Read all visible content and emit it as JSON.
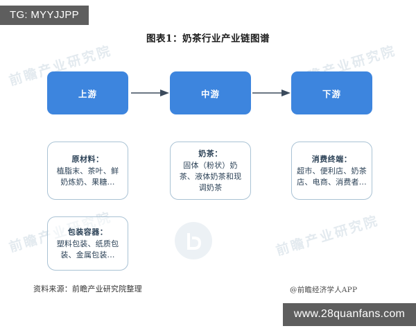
{
  "overlay": {
    "tg_badge": "TG: MYYJJPP",
    "site_badge": "www.28quanfans.com"
  },
  "chart": {
    "title": "图表1：奶茶行业产业链图谱",
    "source_note": "资料来源：前瞻产业研究院整理",
    "app_credit": "@前瞻经济学人APP",
    "colors": {
      "stage_fill": "#3d85de",
      "stage_text": "#ffffff",
      "detail_border": "#a9c2d4",
      "detail_text": "#2c4257",
      "arrow": "#3a4a5c",
      "badge_background": "#5e5e5e",
      "watermark": "#c9d6e0"
    }
  },
  "chart_data": {
    "type": "diagram",
    "title": "图表1：奶茶行业产业链图谱",
    "layout": "horizontal industry value chain, three stages left to right with detail cards beneath each stage",
    "stages": [
      {
        "id": "upstream",
        "label": "上游",
        "details": [
          {
            "id": "raw-materials",
            "heading": "原材料：",
            "body": "植脂末、茶叶、鲜奶炼奶、果糖..."
          },
          {
            "id": "packaging",
            "heading": "包装容器：",
            "body": "塑料包装、纸质包装、金属包装..."
          }
        ]
      },
      {
        "id": "midstream",
        "label": "中游",
        "details": [
          {
            "id": "milk-tea",
            "heading": "奶茶：",
            "body": "固体（粉状）奶茶、液体奶茶和现调奶茶"
          }
        ]
      },
      {
        "id": "downstream",
        "label": "下游",
        "details": [
          {
            "id": "consumer-end",
            "heading": "消费终端：",
            "body": "超市、便利店、奶茶店、电商、消费者..."
          }
        ]
      }
    ],
    "connections": [
      {
        "from": "上游",
        "to": "中游",
        "style": "arrow"
      },
      {
        "from": "中游",
        "to": "下游",
        "style": "arrow"
      }
    ],
    "watermarks": [
      "前瞻产业研究院",
      "前瞻产业研究院",
      "前瞻产业研究院",
      "前瞻产业研究院"
    ]
  }
}
